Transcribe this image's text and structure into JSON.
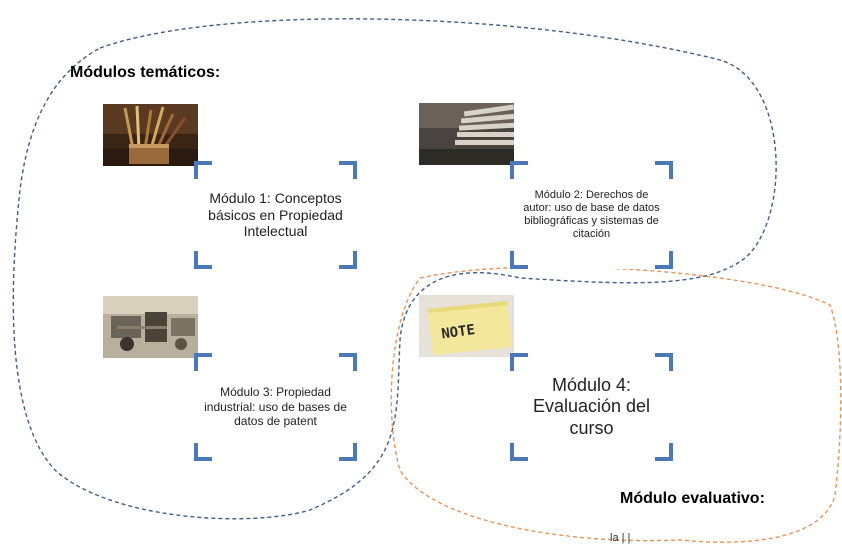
{
  "headings": {
    "tematicos": "Módulos temáticos:",
    "evaluativo": "Módulo evaluativo:"
  },
  "modules": [
    {
      "label": "Módulo 1: Conceptos básicos en Propiedad Intelectual",
      "image": "pencils-photo"
    },
    {
      "label": "Módulo 2: Derechos de autor: uso de base de datos bibliográficas y sistemas de citación",
      "image": "books-photo"
    },
    {
      "label": "Módulo 3: Propiedad industrial: uso de bases de datos de patent",
      "image": "machine-photo"
    },
    {
      "label": "Módulo 4: Evaluación del curso",
      "image": "note-photo"
    }
  ],
  "note_text": "NOTE",
  "footer_stub": "la | |",
  "colors": {
    "bracket": "#4a78b8",
    "blue_dashed": "#3e5f8a",
    "orange_dashed": "#e8935a"
  }
}
